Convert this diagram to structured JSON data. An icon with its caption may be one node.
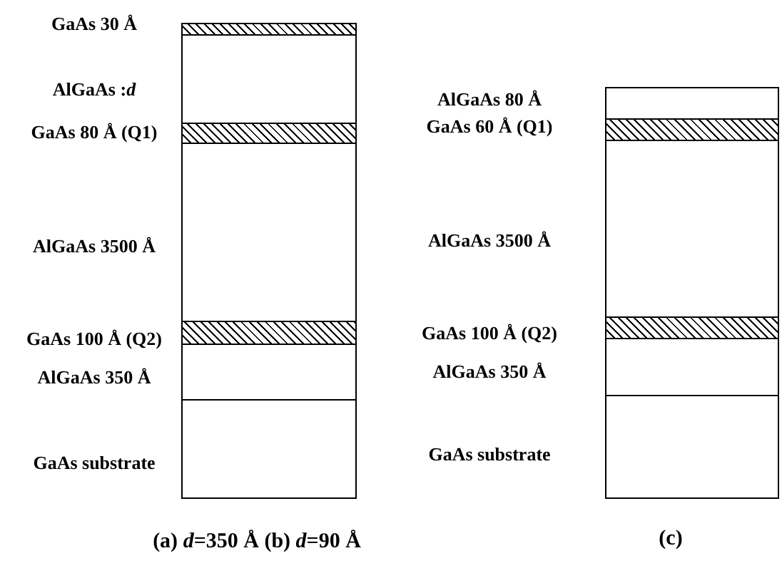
{
  "diagram": {
    "nodes": [
      {
        "text": [
          "GaAs 30 Å"
        ]
      },
      {
        "text": [
          "AlGaAs :*d*"
        ]
      },
      {
        "text": [
          "GaAs 80 Å (Q1)"
        ]
      },
      {
        "text": [
          "AlGaAs 3500 Å"
        ]
      },
      {
        "text": [
          "GaAs 100 Å (Q2)"
        ]
      },
      {
        "text": [
          "AlGaAs 350 Å"
        ]
      },
      {
        "text": [
          "GaAs substrate"
        ]
      },
      {
        "text": [
          "AlGaAs 80 Å"
        ]
      },
      {
        "text": [
          "GaAs 60 Å (Q1)"
        ]
      },
      {
        "text": [
          "AlGaAs 3500 Å"
        ]
      },
      {
        "text": [
          "GaAs 100 Å (Q2)"
        ]
      },
      {
        "text": [
          "AlGaAs 350 Å"
        ]
      },
      {
        "text": [
          "GaAs substrate"
        ]
      }
    ],
    "labels": [
      "(a) *d*=350 Å (b) *d*=90 Å",
      "(c)"
    ]
  }
}
